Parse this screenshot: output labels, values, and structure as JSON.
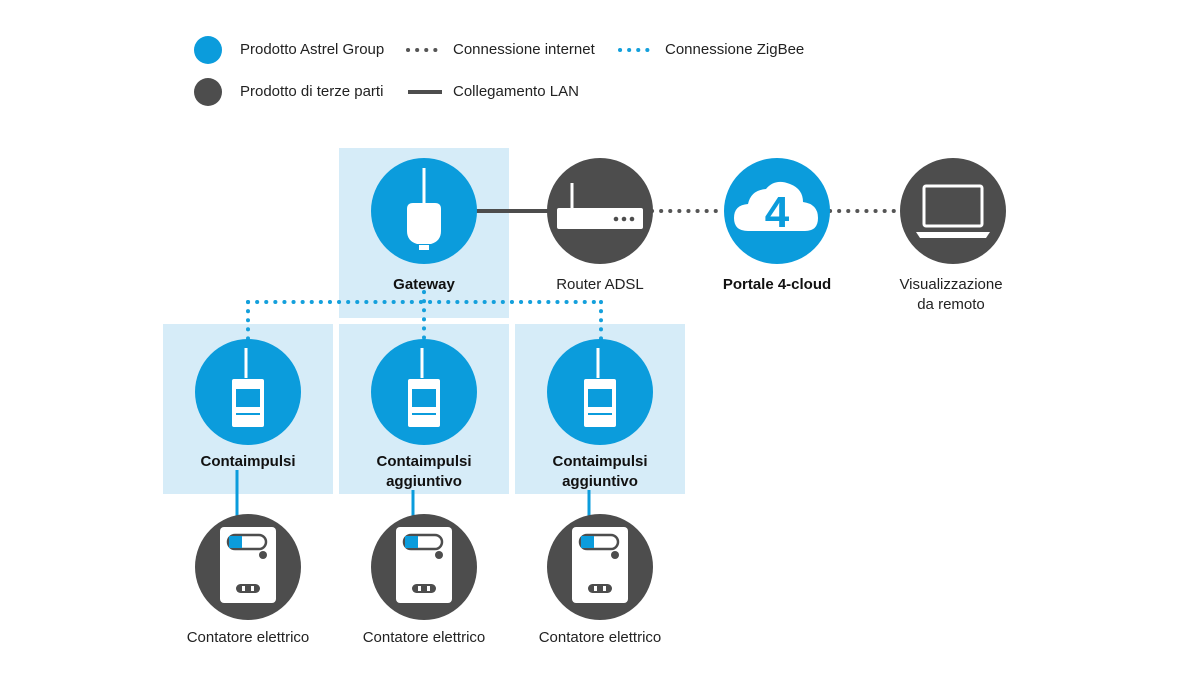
{
  "colors": {
    "astrel": "#0b9cdc",
    "third_party": "#4d4d4d",
    "highlight": "#d6ecf8",
    "internet_line": "#555555",
    "zigbee_line": "#14a0dc",
    "lan_line": "#4d4d4d"
  },
  "legend": {
    "astrel_product": "Prodotto Astrel Group",
    "third_party_product": "Prodotto di terze parti",
    "internet_connection": "Connessione internet",
    "lan_link": "Collegamento LAN",
    "zigbee_connection": "Connessione ZigBee"
  },
  "nodes": {
    "gateway": {
      "label": "Gateway",
      "icon": "gateway-icon"
    },
    "router": {
      "label": "Router ADSL",
      "icon": "router-icon"
    },
    "portal": {
      "label": "Portale 4-cloud",
      "icon": "cloud-4-icon"
    },
    "remote": {
      "line1": "Visualizzazione",
      "line2": "da remoto",
      "icon": "laptop-icon"
    },
    "pulse_1": {
      "label": "Contaimpulsi",
      "icon": "pulse-counter-icon"
    },
    "pulse_2": {
      "line1": "Contaimpulsi",
      "line2": "aggiuntivo",
      "icon": "pulse-counter-icon"
    },
    "pulse_3": {
      "line1": "Contaimpulsi",
      "line2": "aggiuntivo",
      "icon": "pulse-counter-icon"
    },
    "meter_1": {
      "label": "Contatore elettrico",
      "icon": "electric-meter-icon"
    },
    "meter_2": {
      "label": "Contatore elettrico",
      "icon": "electric-meter-icon"
    },
    "meter_3": {
      "label": "Contatore elettrico",
      "icon": "electric-meter-icon"
    }
  },
  "portal_badge": "4"
}
